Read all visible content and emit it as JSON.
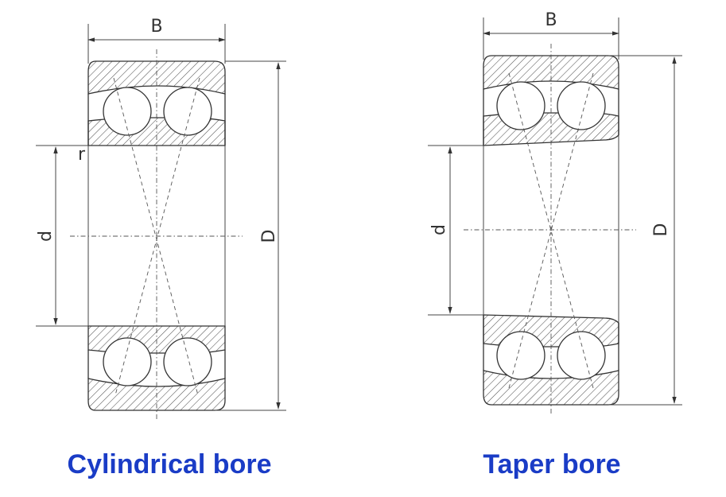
{
  "figures": [
    {
      "id": "cylindrical",
      "caption": "Cylindrical bore",
      "labels": {
        "width": "B",
        "outer_diameter": "D",
        "bore_diameter": "d",
        "chamfer": "r"
      }
    },
    {
      "id": "taper",
      "caption": "Taper bore",
      "labels": {
        "width": "B",
        "outer_diameter": "D",
        "bore_diameter": "d"
      }
    }
  ],
  "colors": {
    "caption": "#1a3cc6",
    "line": "#333333"
  }
}
